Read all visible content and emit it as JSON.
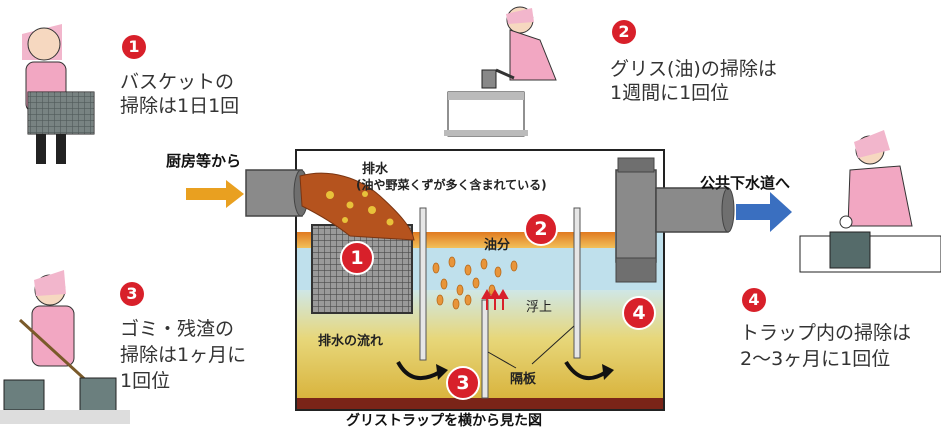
{
  "steps": [
    {
      "number": "1",
      "line1": "バスケットの",
      "line2": "掃除は1日1回"
    },
    {
      "number": "2",
      "line1": "グリス(油)の掃除は",
      "line2": "1週間に1回位"
    },
    {
      "number": "3",
      "line1": "ゴミ・残渣の",
      "line2": "掃除は1ヶ月に",
      "line3": "1回位"
    },
    {
      "number": "4",
      "line1": "トラップ内の掃除は",
      "line2": "2〜3ヶ月に1回位"
    }
  ],
  "diagram": {
    "inlet_label": "厨房等から",
    "outlet_label": "公共下水道へ",
    "drain_label": "排水",
    "drain_sub": "(油や野菜くずが多く含まれている)",
    "oil_label": "油分",
    "float_label": "浮上",
    "flow_label": "排水の流れ",
    "partition_label": "隔板",
    "caption": "グリストラップを横から見た図"
  },
  "colors": {
    "badge": "#d8202a",
    "arrow_in": "#e9a020",
    "arrow_out": "#3a6fc0",
    "oil": "#e8a030",
    "water": "#bfe0ec",
    "sludge": "#e5c95a",
    "basket_gray": "#8a8a8a",
    "pipe_gray": "#888888"
  }
}
